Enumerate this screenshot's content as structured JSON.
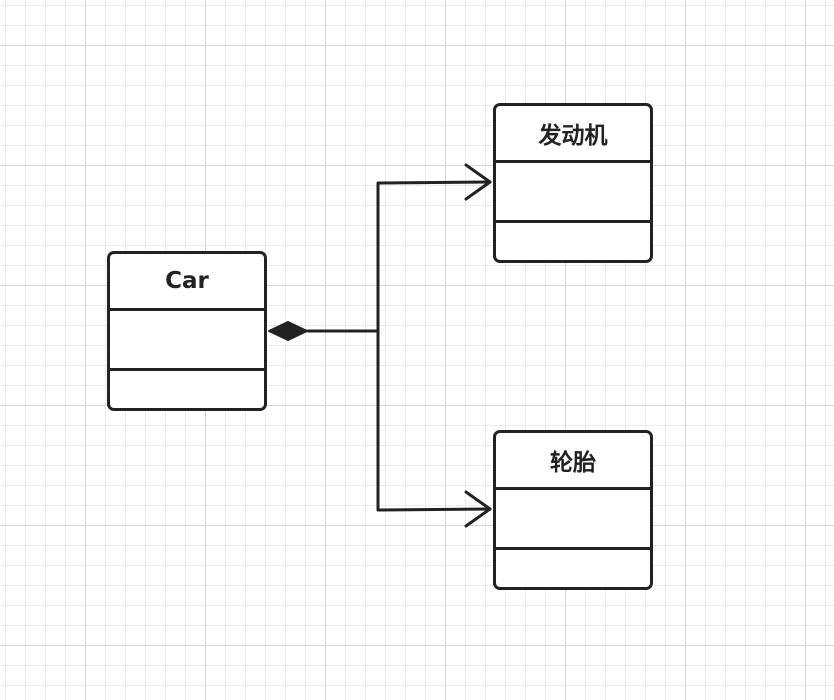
{
  "diagram": {
    "classes": {
      "car": {
        "name": "Car"
      },
      "engine": {
        "name": "发动机"
      },
      "tire": {
        "name": "轮胎"
      }
    },
    "relationship": "composition",
    "colors": {
      "line": "#222222",
      "grid_major": "#d6d6d6",
      "grid_minor": "#ececec",
      "background": "#ffffff"
    }
  }
}
